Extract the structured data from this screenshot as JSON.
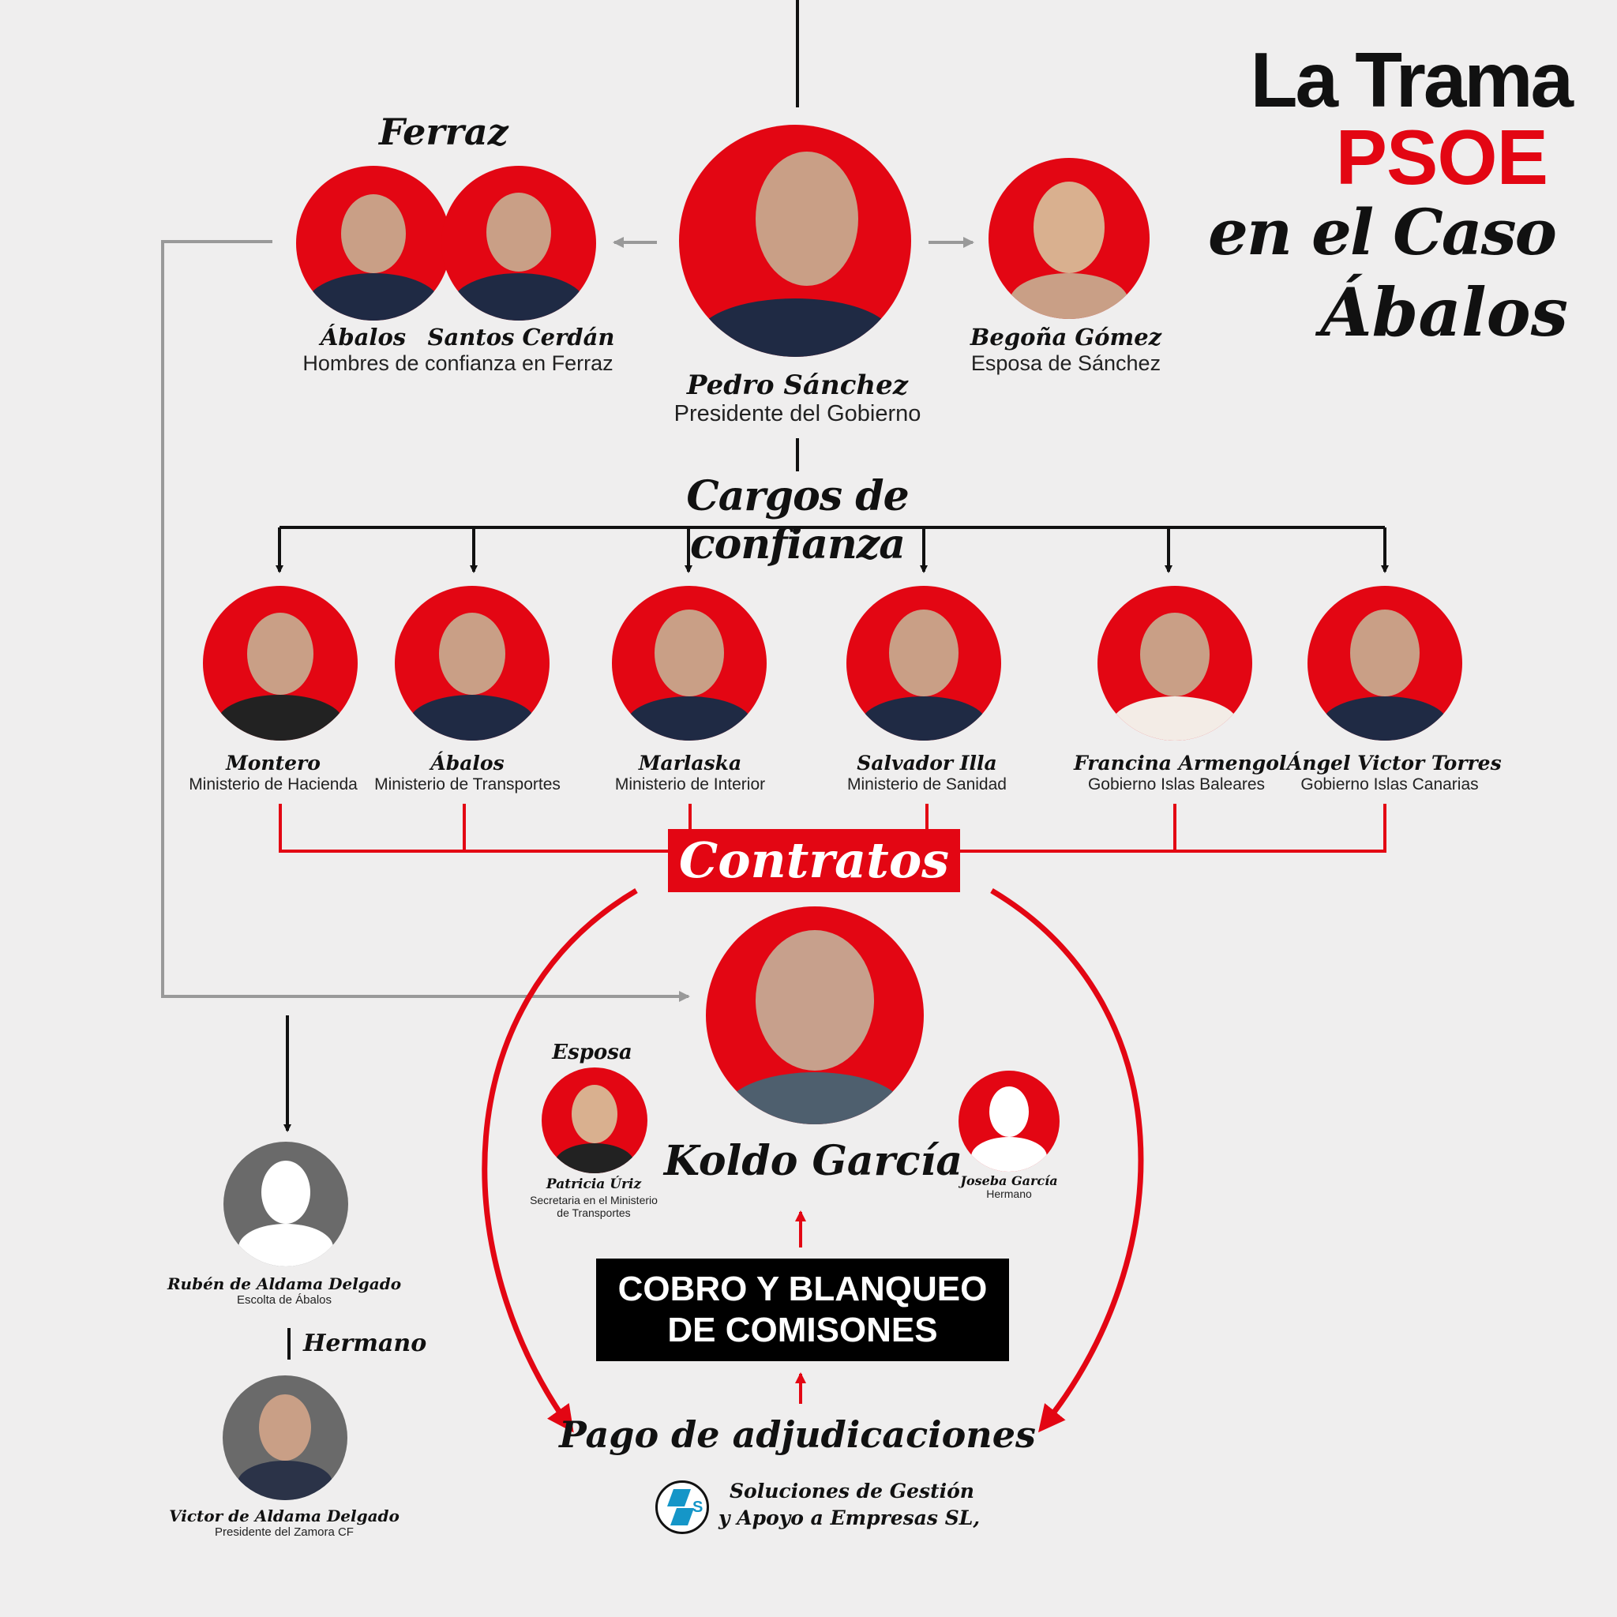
{
  "title": {
    "line1": "La Trama",
    "line2": "PSOE",
    "line3": "en el Caso",
    "line4": "Ábalos"
  },
  "ferraz": {
    "label": "Ferraz",
    "person1": "Ábalos",
    "person2": "Santos Cerdán",
    "role": "Hombres de confianza en Ferraz"
  },
  "president": {
    "name": "Pedro Sánchez",
    "role": "Presidente del Gobierno"
  },
  "spouse": {
    "name": "Begoña Gómez",
    "role": "Esposa de Sánchez"
  },
  "cargos": {
    "label": "Cargos de confianza",
    "people": [
      {
        "name": "Montero",
        "role": "Ministerio de Hacienda"
      },
      {
        "name": "Ábalos",
        "role": "Ministerio de Transportes"
      },
      {
        "name": "Marlaska",
        "role": "Ministerio de Interior"
      },
      {
        "name": "Salvador Illa",
        "role": "Ministerio de Sanidad"
      },
      {
        "name": "Francina Armengol",
        "role": "Gobierno Islas Baleares"
      },
      {
        "name": "Ángel Victor Torres",
        "role": "Gobierno Islas Canarias"
      }
    ]
  },
  "contratos": "Contratos",
  "koldo": {
    "name": "Koldo García"
  },
  "esposa": {
    "label": "Esposa",
    "name": "Patricia Úriz",
    "role_line1": "Secretaria en el Ministerio",
    "role_line2": "de Transportes"
  },
  "joseba": {
    "name": "Joseba García",
    "role": "Hermano"
  },
  "cobro": {
    "line1": "COBRO Y BLANQUEO",
    "line2": "DE COMISONES"
  },
  "pago": "Pago de adjudicaciones",
  "company": {
    "line1": "Soluciones de Gestión",
    "line2": "y Apoyo a Empresas SL,",
    "logo_letter": "S"
  },
  "ruben": {
    "name": "Rubén de Aldama Delgado",
    "role": "Escolta de Ábalos"
  },
  "hermano_label": "Hermano",
  "victor": {
    "name": "Victor de Aldama Delgado",
    "role": "Presidente del Zamora CF"
  },
  "colors": {
    "accent": "#e30613",
    "background": "#efeeee",
    "text": "#111111",
    "connector_gray": "#999999"
  }
}
